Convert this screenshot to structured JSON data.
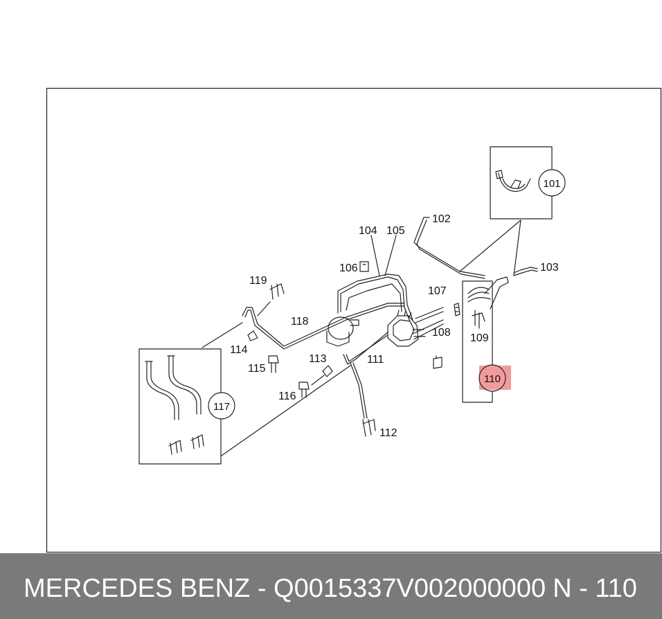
{
  "diagram": {
    "labels": {
      "p101": "101",
      "p102": "102",
      "p103": "103",
      "p104": "104",
      "p105": "105",
      "p106": "106",
      "p107": "107",
      "p108": "108",
      "p109": "109",
      "p110": "110",
      "p111": "111",
      "p112": "112",
      "p113": "113",
      "p114": "114",
      "p115": "115",
      "p116": "116",
      "p117": "117",
      "p118": "118",
      "p119": "119"
    },
    "highlight_color": "#f08a8a",
    "highlighted_part": "110"
  },
  "footer": {
    "title": "MERCEDES BENZ - Q0015337V002000000",
    "code": "N - 110",
    "background": "#7a7a7a"
  }
}
